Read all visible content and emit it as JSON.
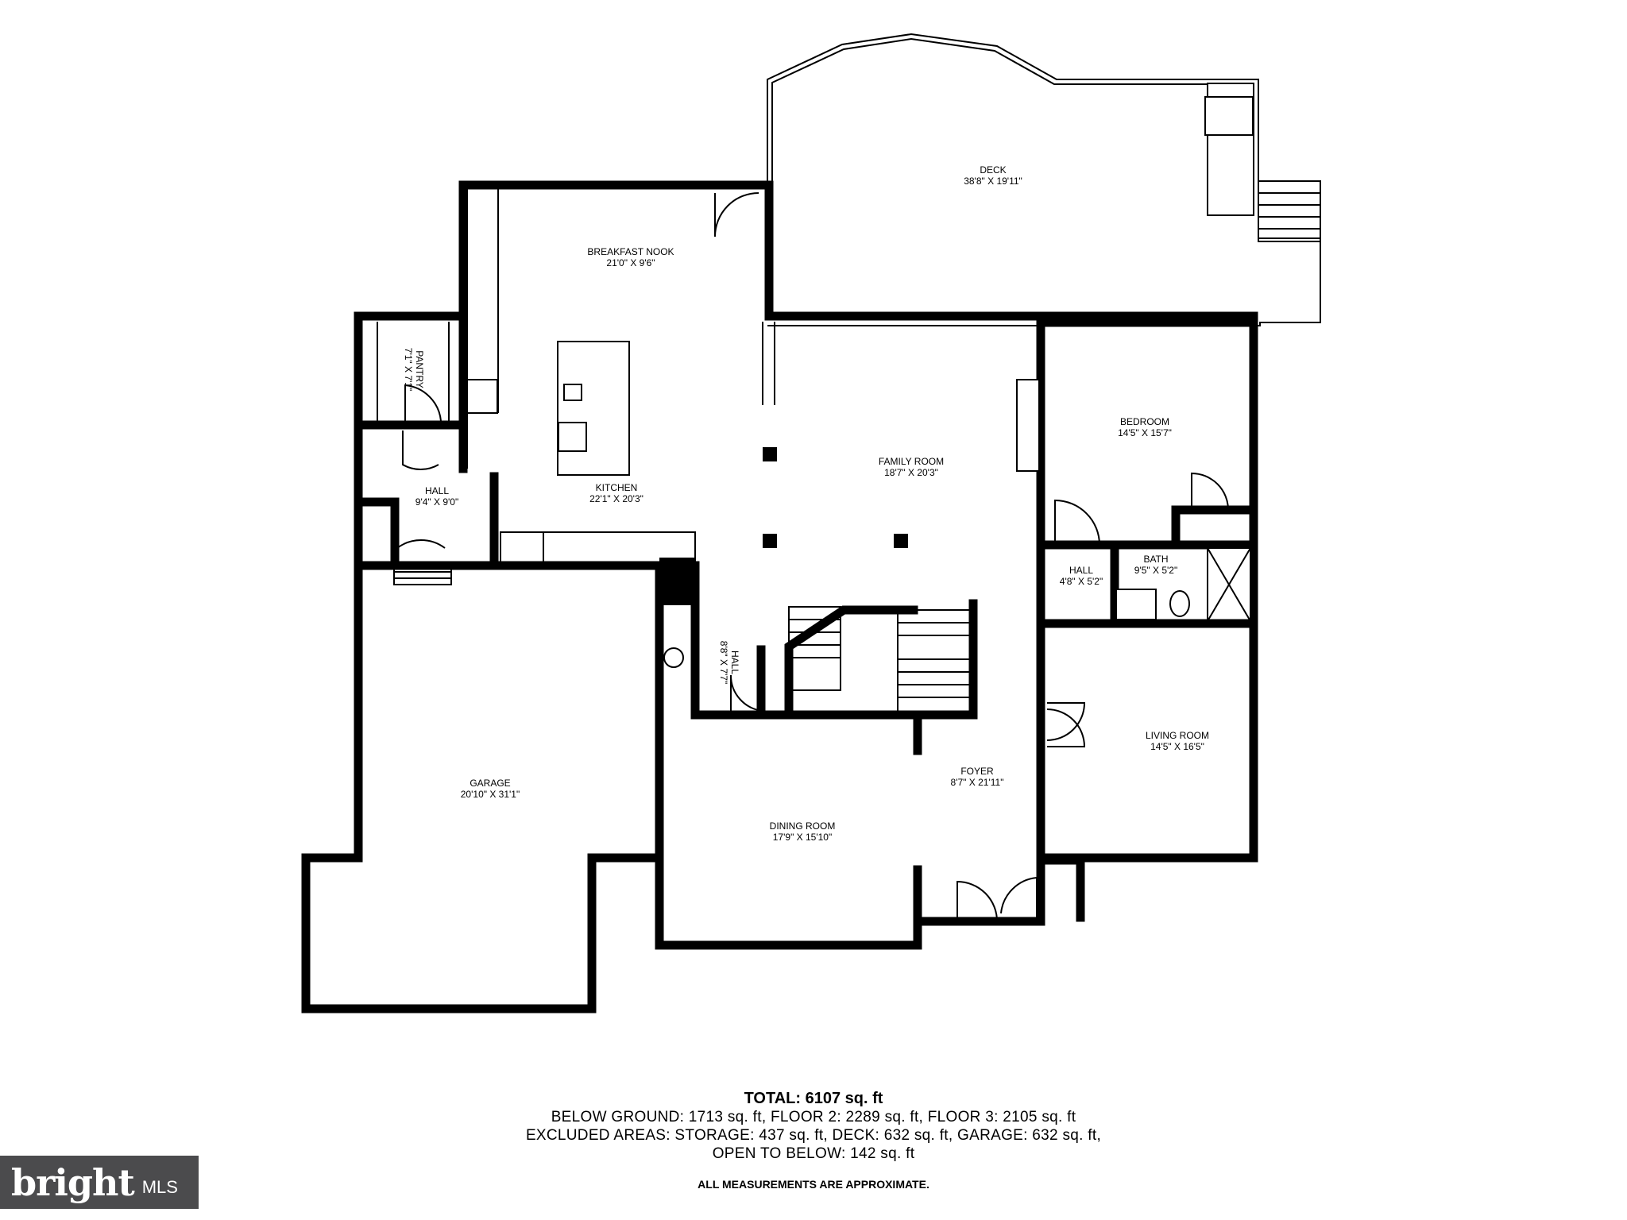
{
  "rooms": [
    {
      "name": "DECK",
      "dims": "38'8\" X 19'11\""
    },
    {
      "name": "BREAKFAST NOOK",
      "dims": "21'0\" X 9'6\""
    },
    {
      "name": "PANTRY",
      "dims": "7'1\" X 7'1\""
    },
    {
      "name": "KITCHEN",
      "dims": "22'1\" X 20'3\""
    },
    {
      "name": "HALL",
      "dims": "9'4\" X 9'0\""
    },
    {
      "name": "FAMILY ROOM",
      "dims": "18'7\" X 20'3\""
    },
    {
      "name": "BEDROOM",
      "dims": "14'5\" X 15'7\""
    },
    {
      "name": "HALL",
      "dims": "4'8\" X 5'2\""
    },
    {
      "name": "BATH",
      "dims": "9'5\" X 5'2\""
    },
    {
      "name": "HALL",
      "dims": "8'8\" X 7'7\""
    },
    {
      "name": "GARAGE",
      "dims": "20'10\" X 31'1\""
    },
    {
      "name": "LIVING ROOM",
      "dims": "14'5\" X 16'5\""
    },
    {
      "name": "FOYER",
      "dims": "8'7\" X 21'11\""
    },
    {
      "name": "DINING ROOM",
      "dims": "17'9\" X 15'10\""
    }
  ],
  "summary": {
    "total": "TOTAL: 6107 sq. ft",
    "line1": "BELOW GROUND: 1713 sq. ft, FLOOR 2: 2289 sq. ft, FLOOR 3: 2105 sq. ft",
    "line2": "EXCLUDED AREAS: STORAGE: 437 sq. ft, DECK: 632 sq. ft, GARAGE: 632 sq. ft,",
    "line3": "OPEN TO BELOW: 142 sq. ft",
    "disclaimer": "ALL MEASUREMENTS ARE APPROXIMATE."
  },
  "logo": {
    "word": "bright",
    "sub": "MLS"
  }
}
